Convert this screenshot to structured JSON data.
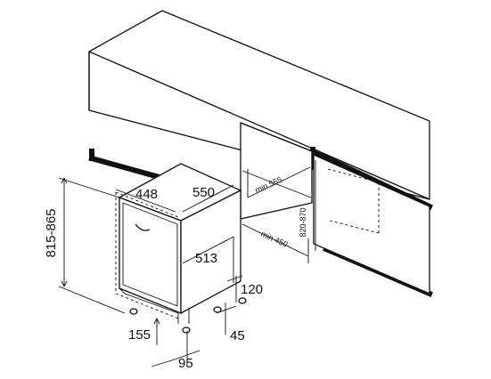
{
  "dimensions": {
    "height_range": "815-865",
    "width": "448",
    "depth": "550",
    "min_depth": "min 555",
    "min_width": "min 450",
    "niche_height": "820-870",
    "depth_513": "513",
    "plinth": "120",
    "foot_155": "155",
    "foot_45": "45",
    "foot_95": "95"
  }
}
